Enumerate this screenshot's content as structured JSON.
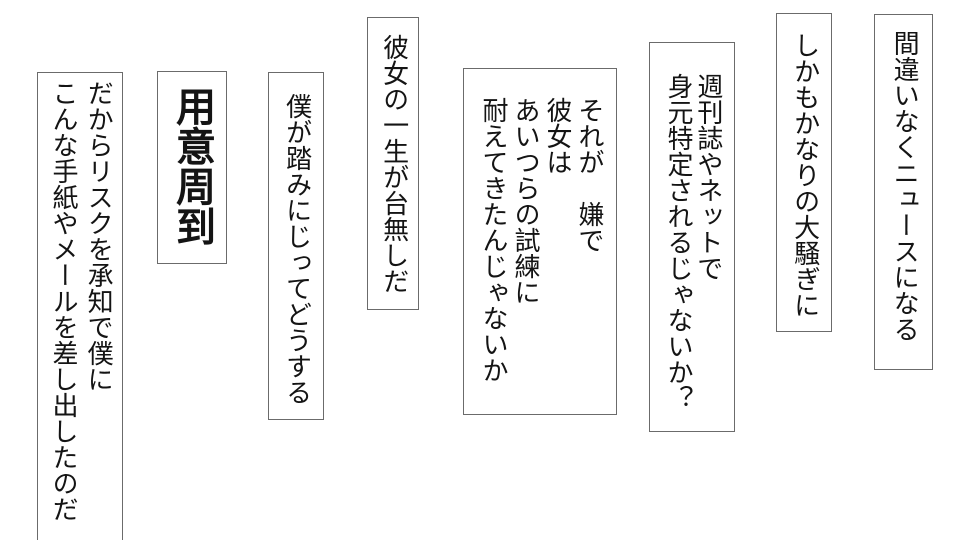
{
  "page": {
    "background_color": "#ffffff",
    "panel_border_color": "#6b6b6b",
    "text_color": "#141414",
    "writing_direction": "vertical-rl"
  },
  "speech_boxes": [
    {
      "id": "news",
      "text": "間違いなくニュースになる"
    },
    {
      "id": "uproar",
      "text": "しかもかなりの大騒ぎに"
    },
    {
      "id": "tabloids",
      "text": "週刊誌やネットで\n身元特定されるじゃないか？"
    },
    {
      "id": "endured",
      "text": "それが　嫌で\n彼女は\nあいつらの試練に\n耐えてきたんじゃないか"
    },
    {
      "id": "life-ruined",
      "text": "彼女の一生が台無しだ"
    },
    {
      "id": "trample",
      "text": "僕が踏みにじってどうする"
    },
    {
      "id": "meticulous",
      "text": "用意周到"
    },
    {
      "id": "risk",
      "text": "だからリスクを承知で僕に\nこんな手紙やメールを差し出したのだ"
    }
  ]
}
